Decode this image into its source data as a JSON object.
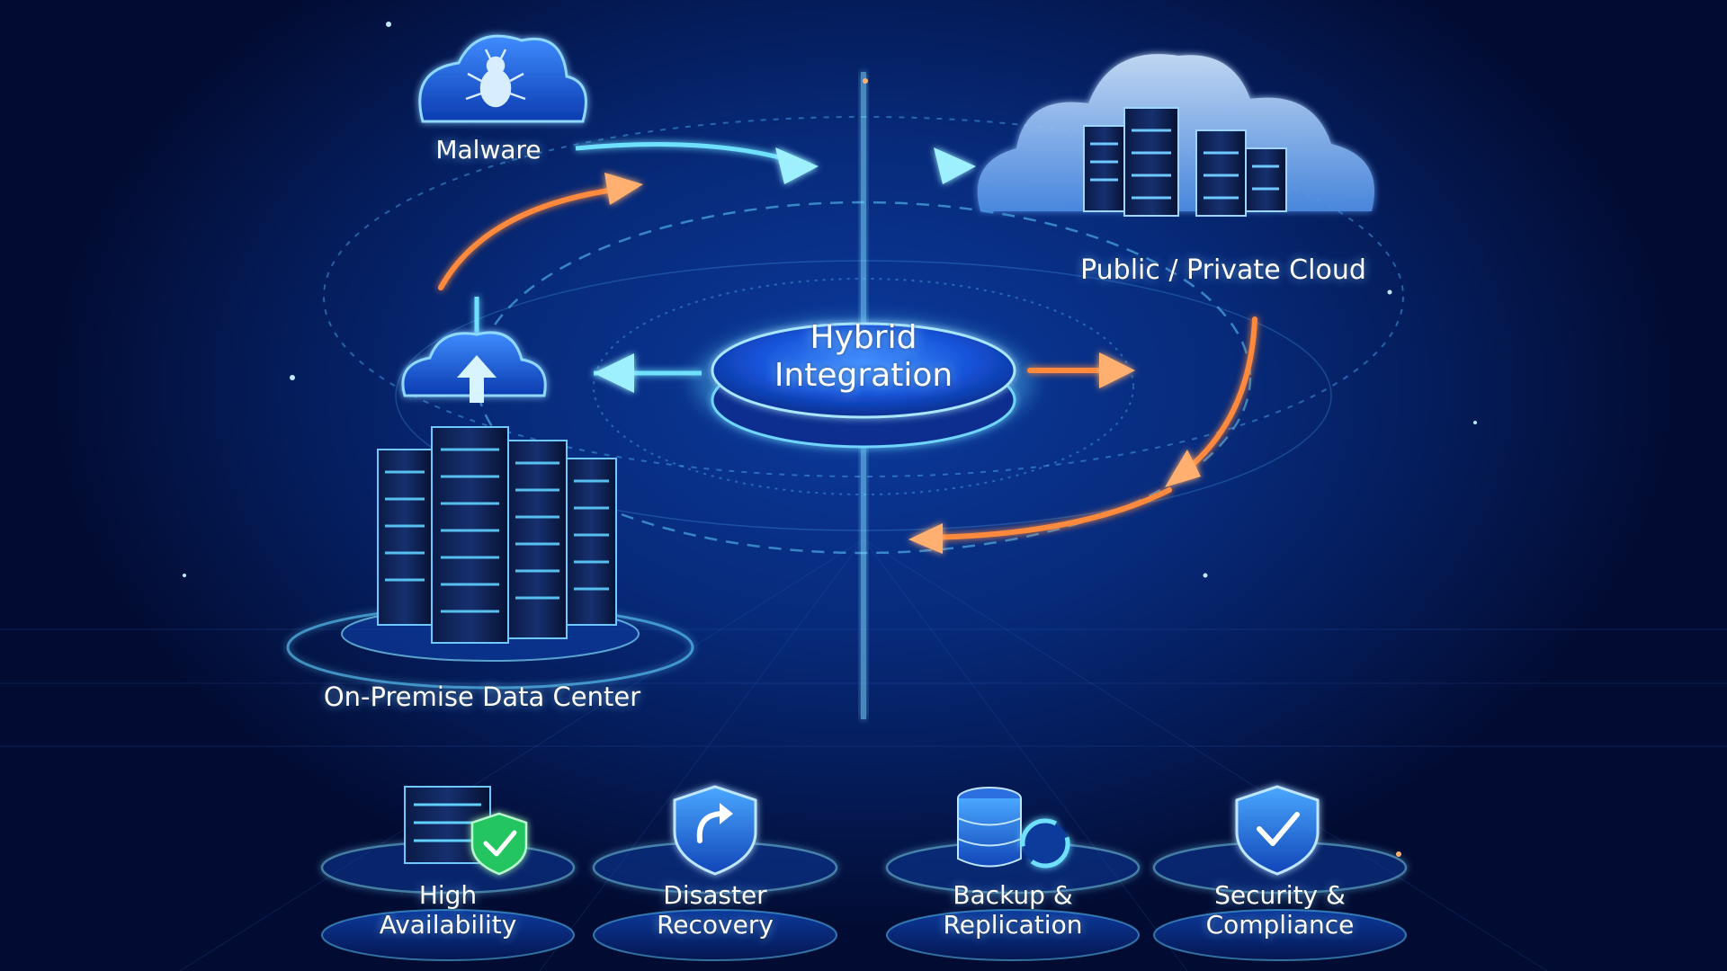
{
  "diagram": {
    "hub": {
      "line1": "Hybrid",
      "line2": "Integration"
    },
    "nodes": {
      "malware": "Malware",
      "cloud": "Public / Private Cloud",
      "onprem": "On-Premise Data Center"
    },
    "features": [
      {
        "line1": "High",
        "line2": "Availability",
        "icon": "server-shield-check-icon"
      },
      {
        "line1": "Disaster",
        "line2": "Recovery",
        "icon": "shield-recovery-icon"
      },
      {
        "line1": "Backup &",
        "line2": "Replication",
        "icon": "database-sync-icon"
      },
      {
        "line1": "Security &",
        "line2": "Compliance",
        "icon": "shield-check-icon"
      }
    ]
  },
  "colors": {
    "background": "#041a55",
    "glow_blue": "#5fd0ff",
    "accent_orange": "#ff8a3d",
    "shield_green": "#22c55e"
  }
}
